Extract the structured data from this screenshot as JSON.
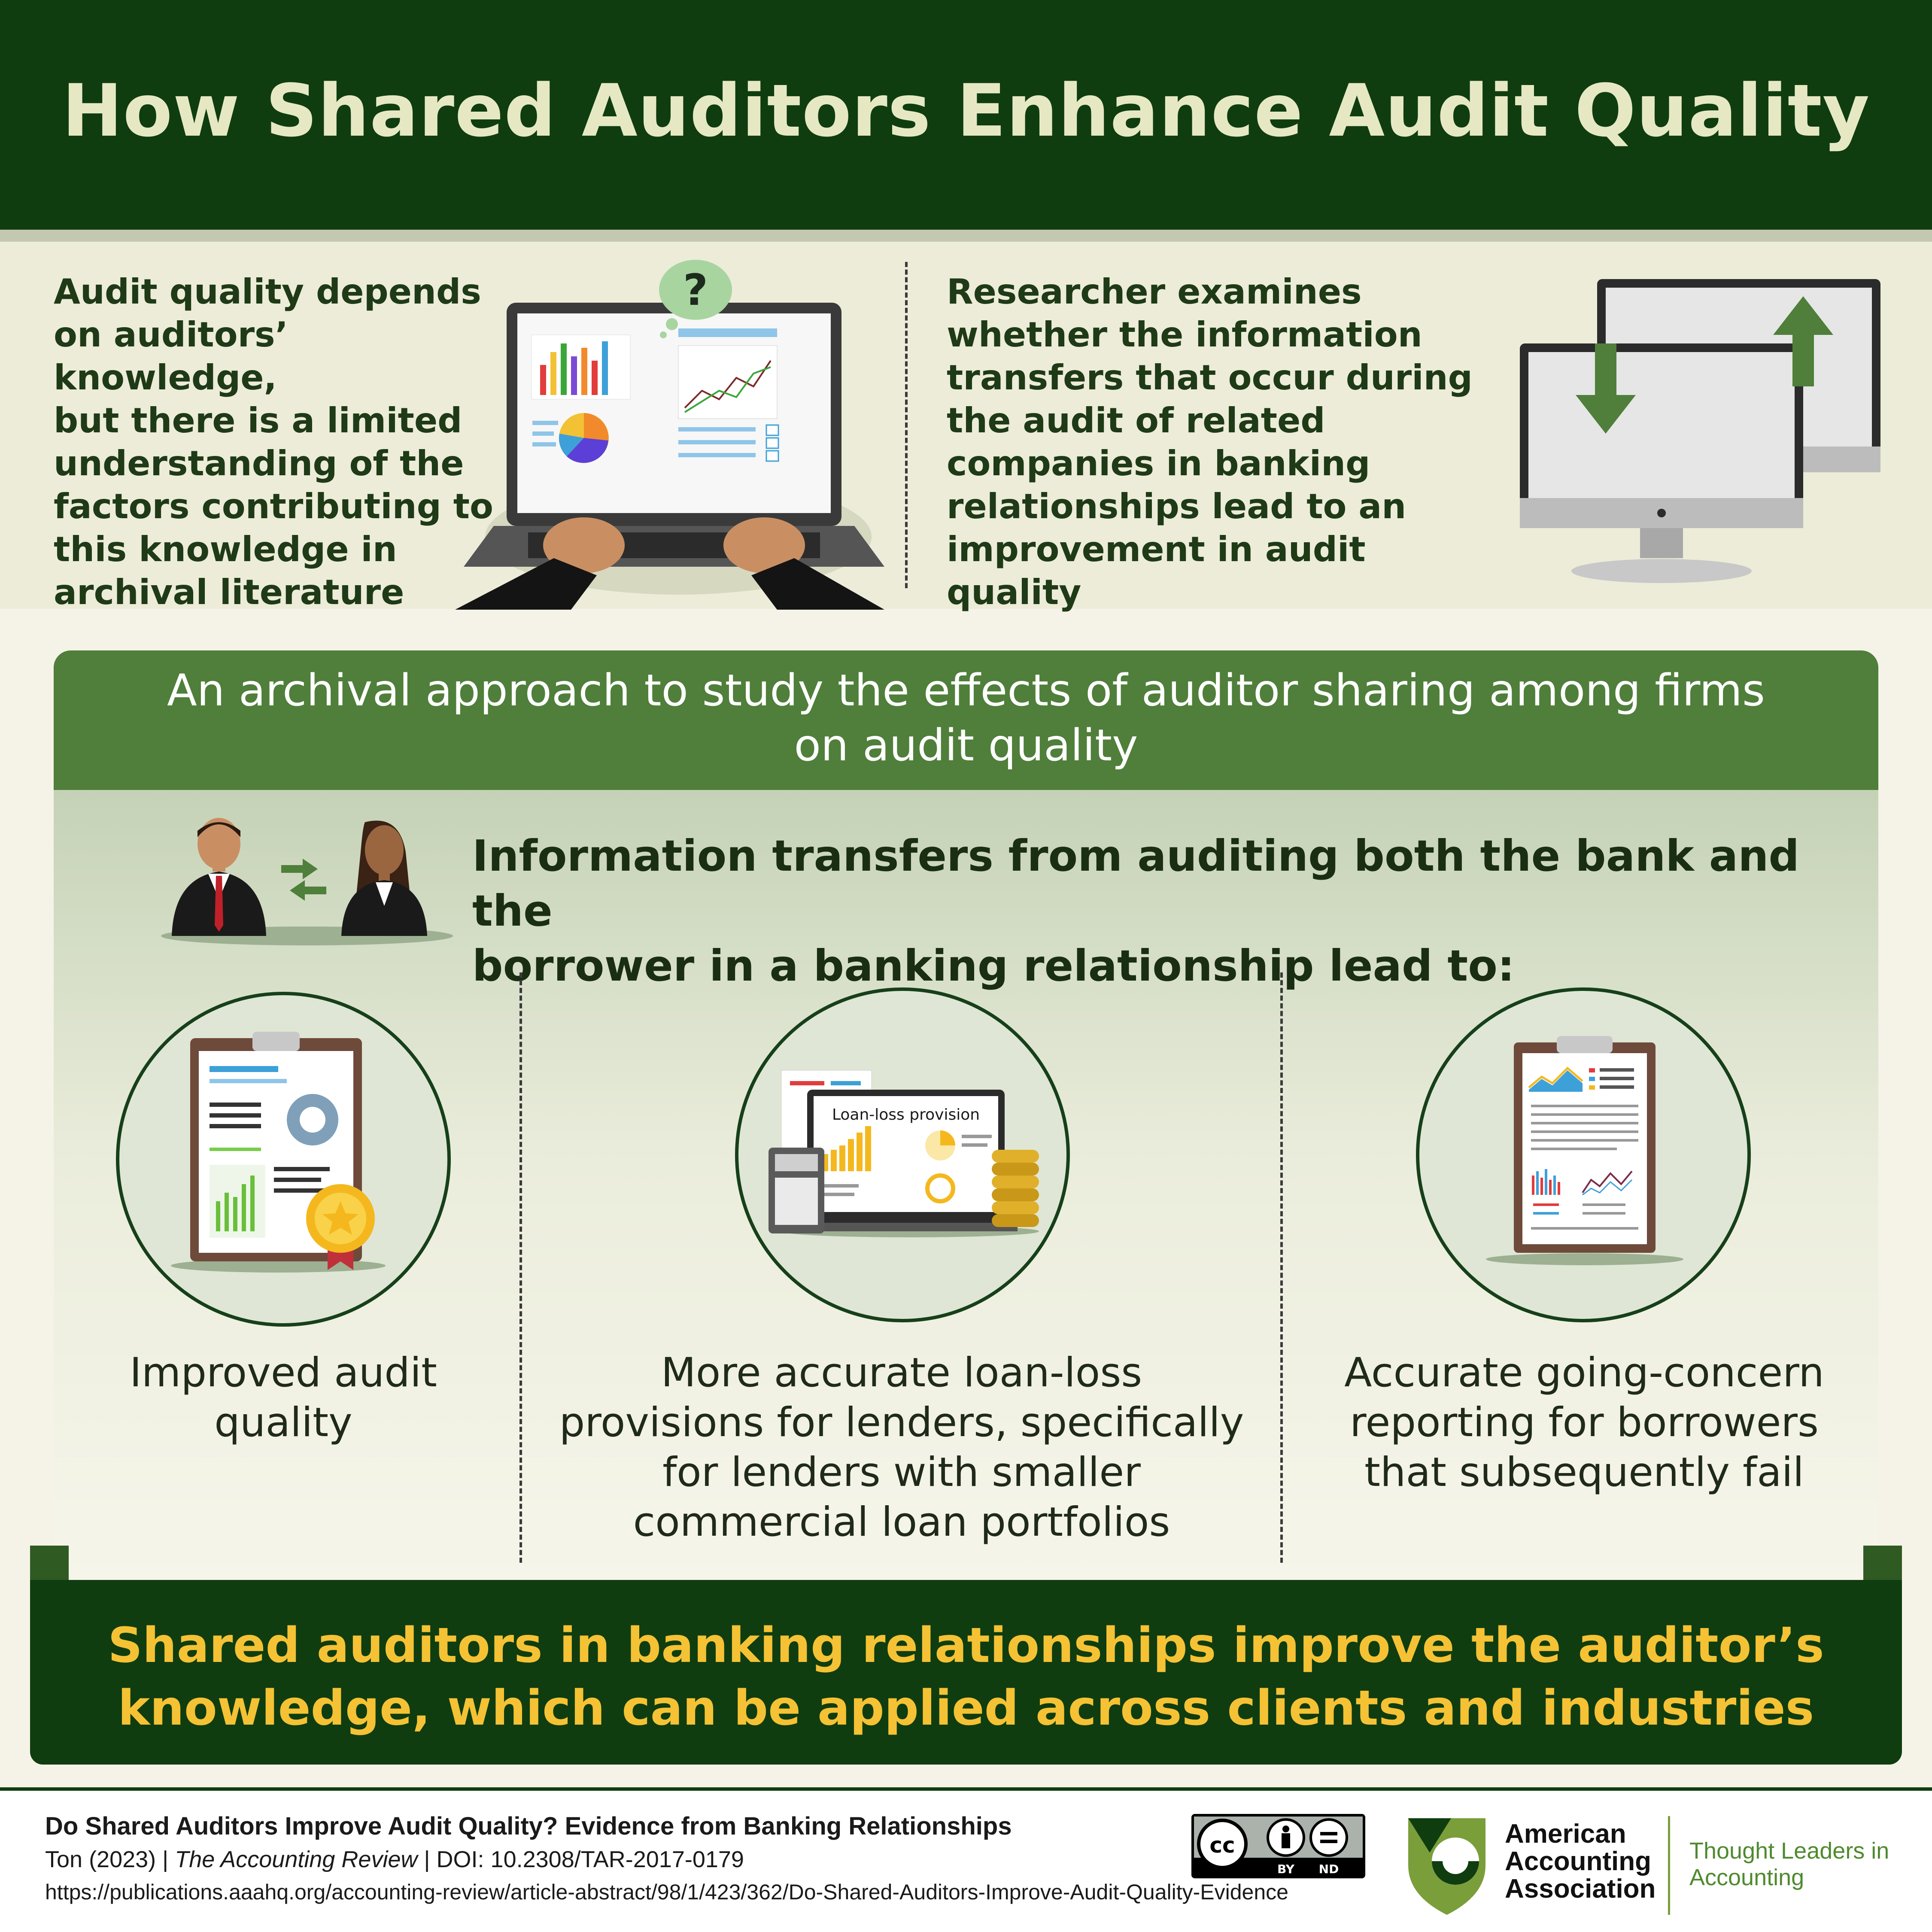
{
  "title": "How Shared Auditors Enhance Audit Quality",
  "intro": {
    "left_lines": [
      "Audit quality depends",
      "on auditors’ knowledge,",
      "but there is a limited",
      "understanding of the",
      "factors contributing to",
      "this knowledge in",
      "archival literature"
    ],
    "right_lines": [
      "Researcher examines",
      "whether the information",
      "transfers that occur during",
      "the audit of related",
      "companies in banking",
      "relationships lead to an",
      "improvement in audit quality"
    ],
    "bubble_symbol": "?"
  },
  "approach": {
    "line1": "An archival approach to study the effects of auditor sharing among firms",
    "line2": "on audit quality"
  },
  "transfer": {
    "line1": "Information transfers from auditing both the bank and the",
    "line2": "borrower in a banking relationship lead to:"
  },
  "outcomes": [
    {
      "lines": [
        "Improved audit",
        "quality"
      ]
    },
    {
      "lines": [
        "More accurate loan-loss",
        "provisions for lenders, specifically",
        "for lenders with smaller",
        "commercial loan portfolios"
      ],
      "icon_label": "Loan-loss provision"
    },
    {
      "lines": [
        "Accurate going-concern",
        "reporting for borrowers",
        "that subsequently fail"
      ]
    }
  ],
  "conclusion": {
    "line1": "Shared auditors in banking relationships improve the auditor’s",
    "line2": "knowledge, which can be applied across clients and industries"
  },
  "footer": {
    "citation_title": "Do Shared Auditors Improve Audit Quality? Evidence from Banking Relationships",
    "citation_author": "Ton (2023) | ",
    "citation_journal": "The Accounting Review",
    "citation_doi": " | DOI: 10.2308/TAR-2017-0179",
    "citation_url": "https://publications.aaahq.org/accounting-review/article-abstract/98/1/423/362/Do-Shared-Auditors-Improve-Audit-Quality-Evidence",
    "license": {
      "cc": "cc",
      "by": "BY",
      "nd": "ND"
    },
    "org_lines": [
      "American",
      "Accounting",
      "Association"
    ],
    "tagline_lines": [
      "Thought Leaders in",
      "Accounting"
    ]
  },
  "colors": {
    "dark_green": "#0f3d0f",
    "mid_green": "#4f7f3a",
    "accent_yellow": "#f4c234",
    "cream": "#ececd9"
  }
}
